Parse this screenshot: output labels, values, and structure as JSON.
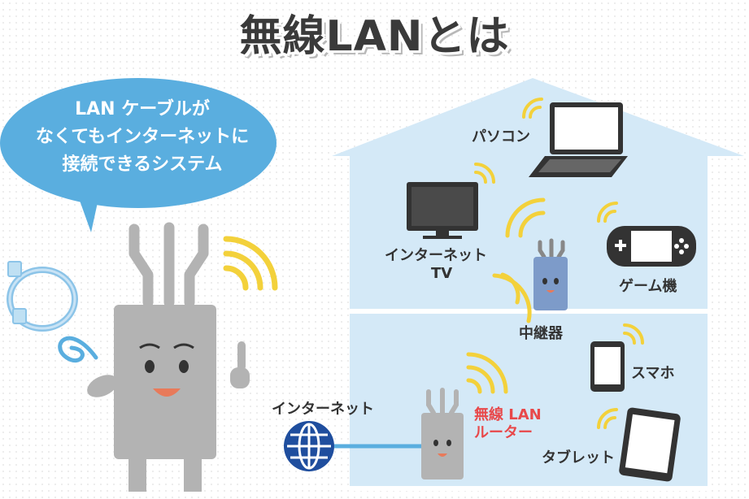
{
  "title": "無線LANとは",
  "bubble": {
    "lines": [
      "LAN ケーブルが",
      "なくてもインターネットに",
      "接続できるシステム"
    ]
  },
  "labels": {
    "pc": "パソコン",
    "tv_line1": "インターネット",
    "tv_line2": "TV",
    "game": "ゲーム機",
    "repeater": "中継器",
    "smartphone": "スマホ",
    "internet": "インターネット",
    "router_line1": "無線 LAN",
    "router_line2": "ルーター",
    "tablet": "タブレット"
  },
  "colors": {
    "house": "#d4e9f7",
    "bubble": "#5aaedf",
    "wifi": "#f3d13b",
    "router_body": "#b3b3b3",
    "globe": "#1f4e9e",
    "label_red": "#e8484a"
  }
}
